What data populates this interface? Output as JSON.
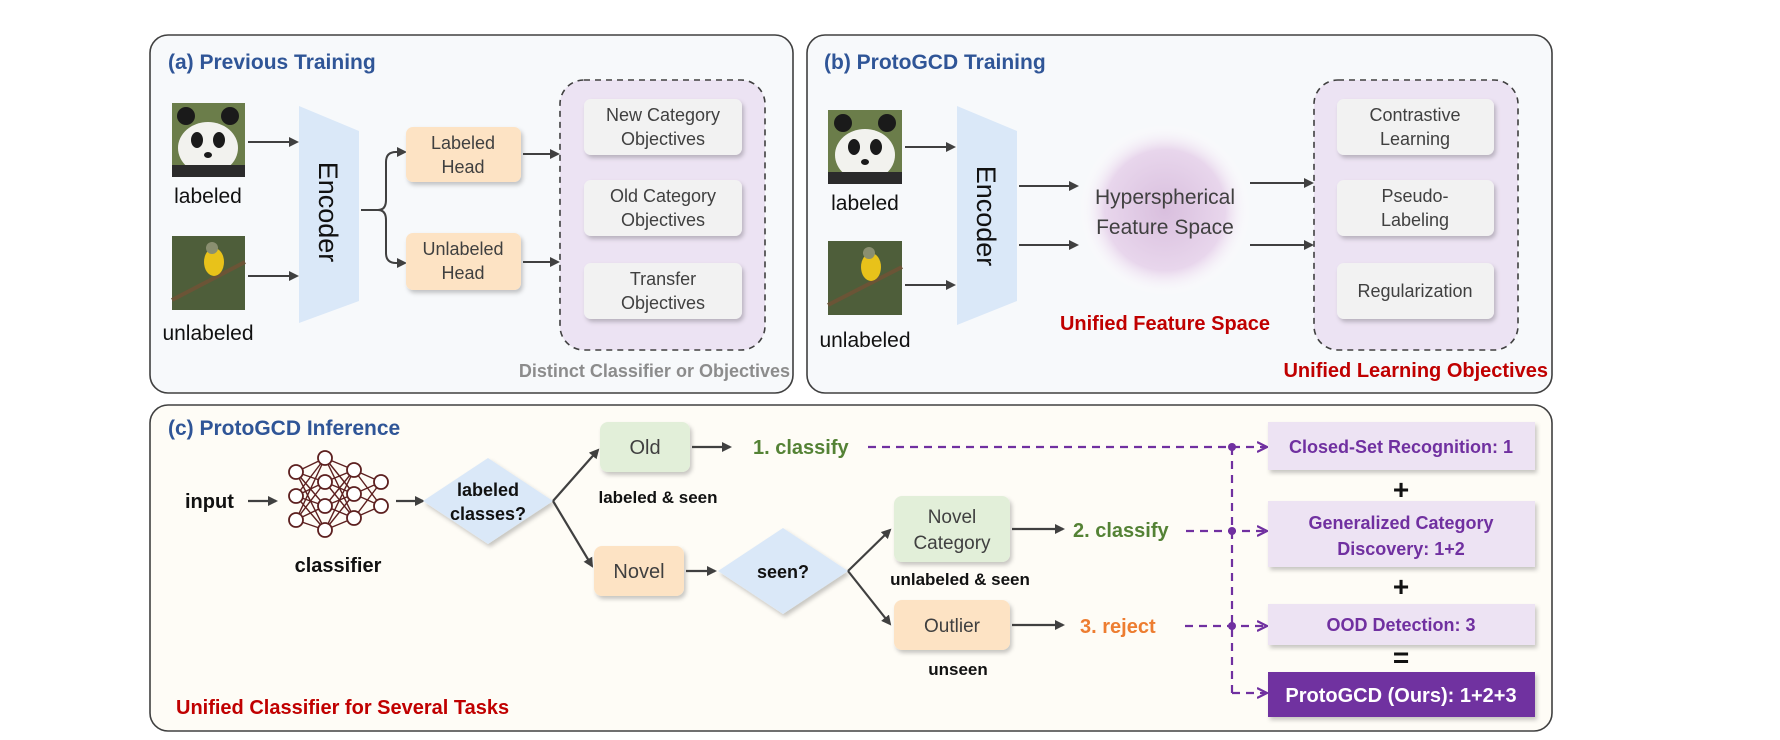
{
  "panel_a": {
    "title": "(a) Previous Training",
    "labeled": "labeled",
    "unlabeled": "unlabeled",
    "encoder": "Encoder",
    "labeled_head": [
      "Labeled",
      "Head"
    ],
    "unlabeled_head": [
      "Unlabeled",
      "Head"
    ],
    "objectives": [
      [
        "New Category",
        "Objectives"
      ],
      [
        "Old Category",
        "Objectives"
      ],
      [
        "Transfer",
        "Objectives"
      ]
    ],
    "note": "Distinct Classifier or Objectives"
  },
  "panel_b": {
    "title": "(b) ProtoGCD Training",
    "labeled": "labeled",
    "unlabeled": "unlabeled",
    "encoder": "Encoder",
    "feature_space": [
      "Hyperspherical",
      "Feature Space"
    ],
    "feature_note": "Unified Feature Space",
    "objectives": [
      [
        "Contrastive",
        "Learning"
      ],
      [
        "Pseudo-",
        "Labeling"
      ],
      [
        "Regularization"
      ]
    ],
    "note": "Unified Learning Objectives"
  },
  "panel_c": {
    "title": "(c) ProtoGCD Inference",
    "input": "input",
    "classifier": "classifier",
    "decision1": [
      "labeled",
      "classes?"
    ],
    "old": "Old",
    "old_caption": "labeled & seen",
    "classify1": "1. classify",
    "novel": "Novel",
    "decision2": "seen?",
    "novel_category": [
      "Novel",
      "Category"
    ],
    "novel_caption": "unlabeled & seen",
    "classify2": "2. classify",
    "outlier": "Outlier",
    "outlier_caption": "unseen",
    "reject3": "3. reject",
    "task1": "Closed-Set Recognition: 1",
    "plus1": "+",
    "task2": [
      "Generalized Category",
      "Discovery: 1+2"
    ],
    "plus2": "+",
    "task3": "OOD Detection: 3",
    "equals": "=",
    "result": "ProtoGCD (Ours): 1+2+3",
    "note": "Unified Classifier for Several Tasks"
  },
  "colors": {
    "title_blue": "#2f5597",
    "note_red": "#c00000",
    "purple": "#7030a0",
    "green": "#548235",
    "orange": "#ed7d31",
    "encoder_fill": "#dae8f8",
    "head_fill": "#fde3c4",
    "objective_fill": "#f2f2f2",
    "dashed_region": "#ece3f3",
    "panel_bg_ab": "#f7f9fb",
    "panel_bg_c": "#fefcf6"
  }
}
